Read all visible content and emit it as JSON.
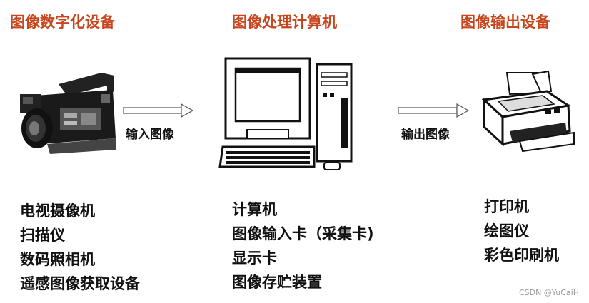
{
  "titles": {
    "digitize": "图像数字化设备",
    "process": "图像处理计算机",
    "output": "图像输出设备"
  },
  "arrows": {
    "input_label": "输入图像",
    "output_label": "输出图像"
  },
  "lists": {
    "input_devices": [
      "电视摄像机",
      "扫描仪",
      "数码照相机",
      "遥感图像获取设备"
    ],
    "computer_parts": [
      "计算机",
      "图像输入卡（采集卡)",
      "显示卡",
      "图像存贮装置"
    ],
    "output_devices": [
      "打印机",
      "绘图仪",
      "彩色印刷机"
    ]
  },
  "watermark": "CSDN @YuCaiH",
  "colors": {
    "title": "#c8461e",
    "text": "#111111"
  }
}
